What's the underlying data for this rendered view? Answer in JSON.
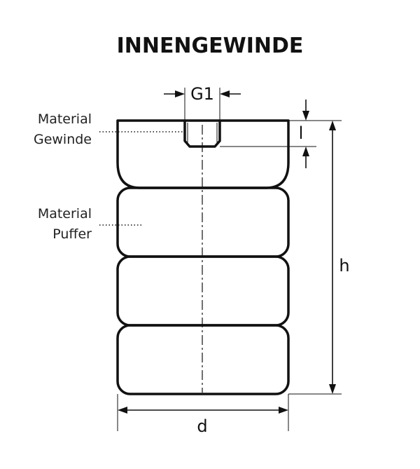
{
  "title": "INNENGEWINDE",
  "labels": {
    "material_gewinde_line1": "Material",
    "material_gewinde_line2": "Gewinde",
    "material_puffer_line1": "Material",
    "material_puffer_line2": "Puffer"
  },
  "dimensions": {
    "thread": "G1",
    "thread_depth": "l",
    "height": "h",
    "diameter": "d"
  }
}
